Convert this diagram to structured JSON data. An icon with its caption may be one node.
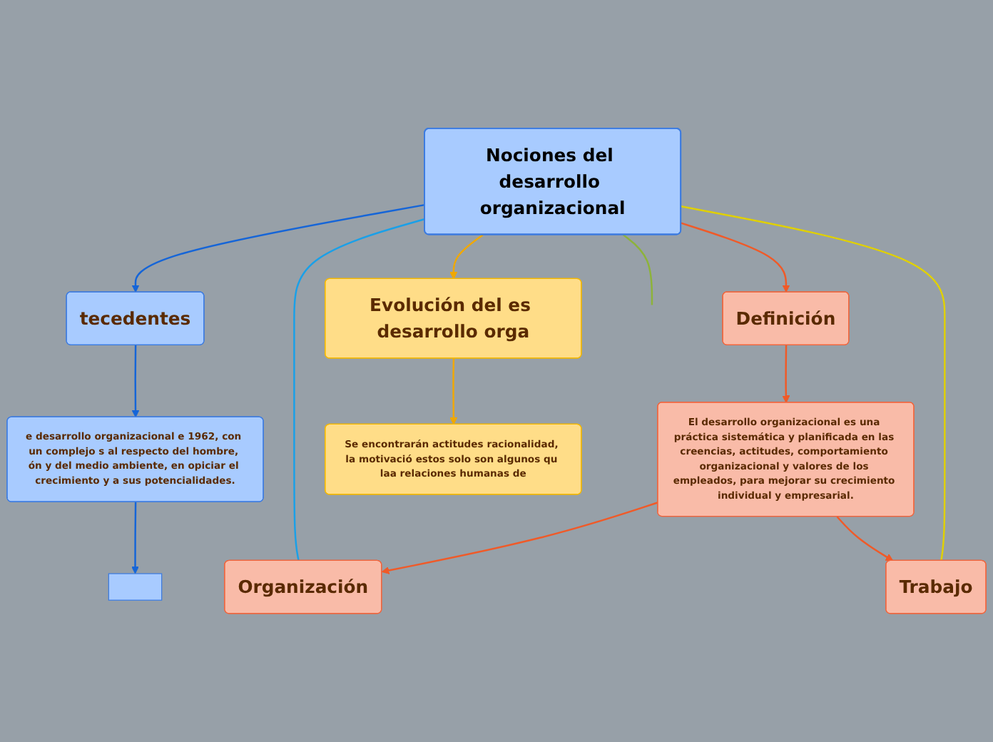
{
  "diagram": {
    "nodes": [
      {
        "text": [
          "Nociones del desarrollo organizacional"
        ]
      },
      {
        "text": [
          "tecedentes"
        ]
      },
      {
        "text": [
          "e desarrollo organizacional e 1962, con un complejo s al respecto del hombre, ón y del medio ambiente, en opiciar el crecimiento y a sus potencialidades."
        ]
      },
      {
        "text": [],
        "shape": "box"
      },
      {
        "text": [
          "Definición"
        ]
      },
      {
        "text": [
          "El desarrollo organizacional es una práctica sistemática y planificada en las creencias, actitudes, comportamiento organizacional y valores de los empleados, para mejorar su crecimiento individual y empresarial."
        ]
      },
      {
        "text": [
          "Organización"
        ]
      },
      {
        "text": [
          "Trabajo"
        ]
      },
      {
        "text": [
          "Evolución del es desarrollo orga"
        ]
      },
      {
        "text": [
          "Se encontrarán actitudes racionalidad, la motivació estos solo son algunos qu laa relaciones humanas de"
        ]
      }
    ],
    "edges": [
      {
        "from": 0,
        "to": 1,
        "arrow": "to",
        "color": "#1565d8"
      },
      {
        "from": 1,
        "to": 2,
        "arrow": "to",
        "color": "#1565d8"
      },
      {
        "from": 2,
        "to": 3,
        "arrow": "to",
        "color": "#1565d8"
      },
      {
        "from": 0,
        "to": 6,
        "arrow": "none",
        "color": "#1aa0e8"
      },
      {
        "from": 0,
        "to": null,
        "arrow": "none",
        "color": "#8db33a"
      },
      {
        "from": 0,
        "to": 4,
        "arrow": "to",
        "color": "#f05a28"
      },
      {
        "from": 4,
        "to": 5,
        "arrow": "to",
        "color": "#f05a28"
      },
      {
        "from": 5,
        "to": 6,
        "arrow": "to",
        "color": "#f05a28"
      },
      {
        "from": 5,
        "to": 7,
        "arrow": "to",
        "color": "#f05a28"
      },
      {
        "from": 0,
        "to": 7,
        "arrow": "none",
        "color": "#e0d000"
      },
      {
        "from": 0,
        "to": 8,
        "arrow": "to",
        "color": "#f0a800"
      },
      {
        "from": 8,
        "to": 9,
        "arrow": "to",
        "color": "#f0a800"
      }
    ]
  }
}
